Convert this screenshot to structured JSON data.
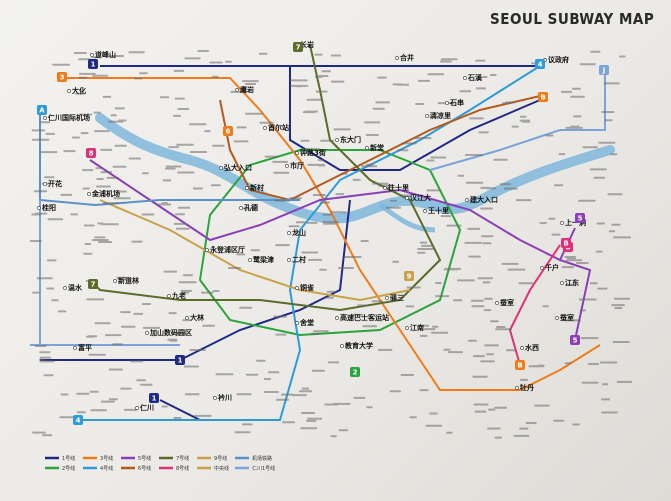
{
  "title": "SEOUL SUBWAY MAP",
  "colors": {
    "line1": "#1f2a86",
    "line2": "#2aa43b",
    "line3": "#f07b1b",
    "line4": "#2e9bd8",
    "line5": "#8a3fb8",
    "line6": "#b45a1d",
    "line7": "#5b6b2a",
    "line8": "#e0307a",
    "line9": "#c8a24a",
    "airport": "#5a8fc8",
    "incheon": "#7aa4d9",
    "river": "#7fb7dc"
  },
  "line_badges": [
    {
      "num": "1",
      "color": "line1"
    },
    {
      "num": "3",
      "color": "line3"
    },
    {
      "num": "7",
      "color": "line7"
    },
    {
      "num": "4",
      "color": "line4"
    },
    {
      "num": "J",
      "color": "incheon"
    },
    {
      "num": "A",
      "color": "line4"
    },
    {
      "num": "8",
      "color": "line8"
    },
    {
      "num": "6",
      "color": "line3"
    },
    {
      "num": "5",
      "color": "line5"
    },
    {
      "num": "8",
      "color": "line8"
    },
    {
      "num": "B",
      "color": "line8"
    },
    {
      "num": "9",
      "color": "line9"
    },
    {
      "num": "7",
      "color": "line7"
    },
    {
      "num": "1",
      "color": "line1"
    },
    {
      "num": "2",
      "color": "line2"
    },
    {
      "num": "B",
      "color": "line3"
    },
    {
      "num": "5",
      "color": "line5"
    },
    {
      "num": "4",
      "color": "line4"
    },
    {
      "num": "1",
      "color": "line1"
    },
    {
      "num": "B",
      "color": "line3"
    }
  ],
  "stations": [
    {
      "name": "长岩"
    },
    {
      "name": "道峰山"
    },
    {
      "name": "合井"
    },
    {
      "name": "议政府"
    },
    {
      "name": "蚕室"
    },
    {
      "name": "大化"
    },
    {
      "name": "首尔站"
    },
    {
      "name": "东大门"
    },
    {
      "name": "钟路3街"
    },
    {
      "name": "新堂"
    },
    {
      "name": "仁川国际机场"
    },
    {
      "name": "金浦机场"
    },
    {
      "name": "开花"
    },
    {
      "name": "桂阳"
    },
    {
      "name": "市厅"
    },
    {
      "name": "龙山"
    },
    {
      "name": "二村"
    },
    {
      "name": "建大入口"
    },
    {
      "name": "往十里"
    },
    {
      "name": "王十里"
    },
    {
      "name": "上一洞"
    },
    {
      "name": "千户"
    },
    {
      "name": "江东"
    },
    {
      "name": "蚕室"
    },
    {
      "name": "高速巴士客运站"
    },
    {
      "name": "教育大学"
    },
    {
      "name": "九老"
    },
    {
      "name": "新道林"
    },
    {
      "name": "大林"
    },
    {
      "name": "舍堂"
    },
    {
      "name": "加山数码园区"
    },
    {
      "name": "衿川"
    },
    {
      "name": "仁川"
    },
    {
      "name": "水西"
    },
    {
      "name": "牡丹"
    },
    {
      "name": "驿三"
    },
    {
      "name": "清凉里"
    },
    {
      "name": "石串"
    },
    {
      "name": "汉江大"
    },
    {
      "name": "富平"
    },
    {
      "name": "温水"
    },
    {
      "name": "永登浦区厅"
    },
    {
      "name": "鹭梁津"
    },
    {
      "name": "新村"
    },
    {
      "name": "弘大入口"
    },
    {
      "name": "孔德"
    },
    {
      "name": "铜雀"
    },
    {
      "name": "江南"
    },
    {
      "name": "鹰岩"
    },
    {
      "name": "石溪"
    }
  ],
  "legend": [
    {
      "label": "1号线",
      "color": "line1"
    },
    {
      "label": "2号线",
      "color": "line2"
    },
    {
      "label": "3号线",
      "color": "line3"
    },
    {
      "label": "4号线",
      "color": "line4"
    },
    {
      "label": "5号线",
      "color": "line5"
    },
    {
      "label": "6号线",
      "color": "line6"
    },
    {
      "label": "7号线",
      "color": "line7"
    },
    {
      "label": "8号线",
      "color": "line8"
    },
    {
      "label": "9号线",
      "color": "line9"
    },
    {
      "label": "中央线",
      "color": "line9"
    },
    {
      "label": "机场铁路",
      "color": "airport"
    },
    {
      "label": "仁川1号线",
      "color": "incheon"
    }
  ]
}
